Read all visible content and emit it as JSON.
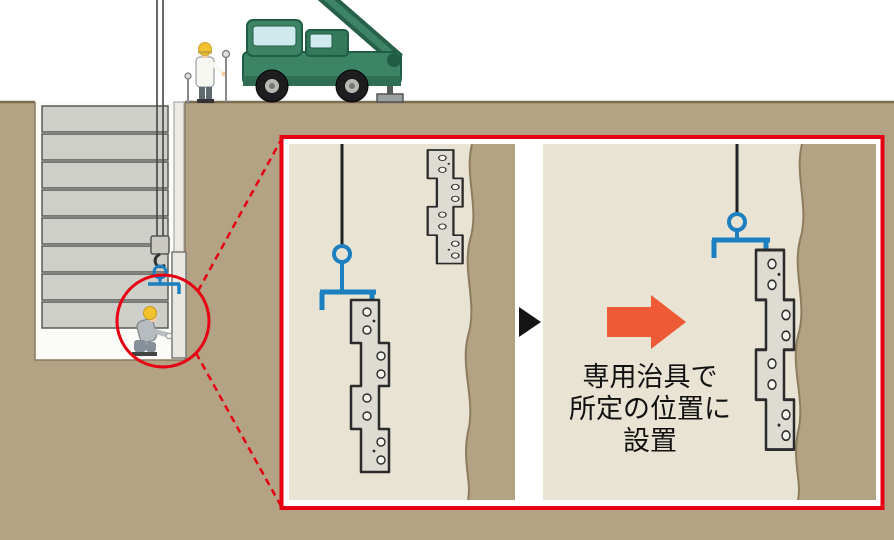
{
  "caption": {
    "lines": [
      "専用治具で",
      "所定の位置に",
      "設置"
    ]
  },
  "colors": {
    "accent_red": "#e60012",
    "arrow_orange": "#ed5a35",
    "jig_blue": "#1b7fc0",
    "soil_tan": "#b3a284",
    "panel_beige": "#e8e3d3",
    "crane_green": "#3c8465",
    "pile_gray": "#dddbd2"
  }
}
